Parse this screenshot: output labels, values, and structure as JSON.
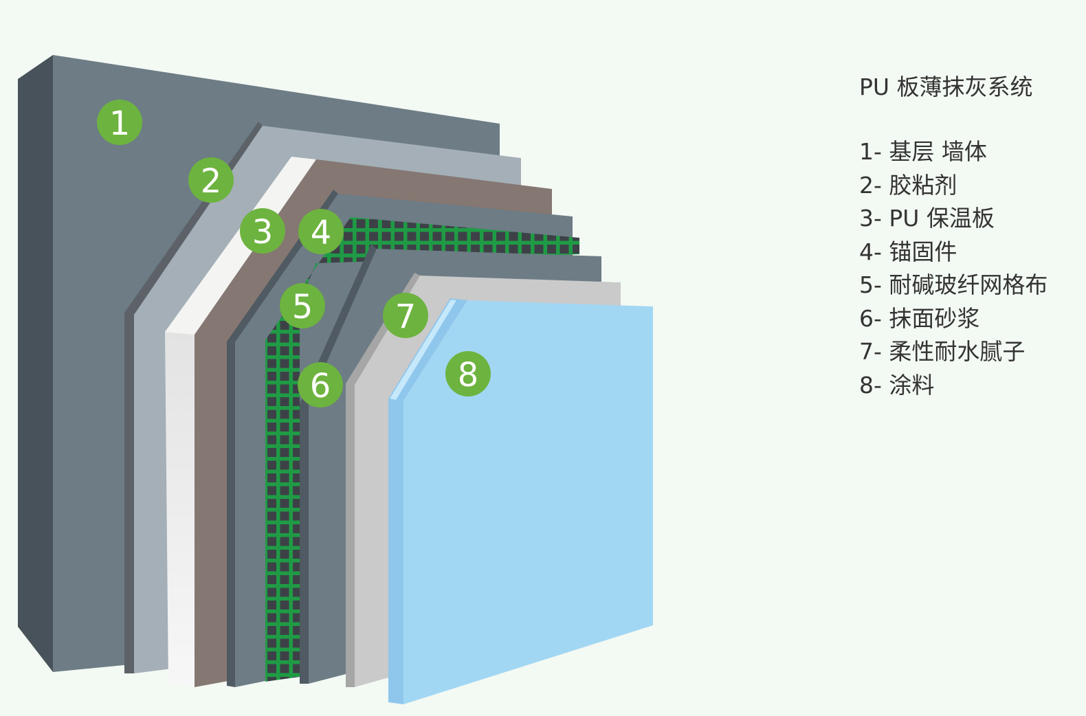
{
  "title": "PU 板薄抹灰系统",
  "layers": [
    {
      "number": "1",
      "label": "1- 基层 墙体"
    },
    {
      "number": "2",
      "label": "2- 胶粘剂"
    },
    {
      "number": "3",
      "label": "3- PU 保温板"
    },
    {
      "number": "4",
      "label": "4- 锚固件"
    },
    {
      "number": "5",
      "label": "5- 耐碱玻纤网格布"
    },
    {
      "number": "6",
      "label": "6- 抹面砂浆"
    },
    {
      "number": "7",
      "label": "7- 柔性耐水腻子"
    },
    {
      "number": "8",
      "label": "8- 涂料"
    }
  ],
  "colors": {
    "background": "#f3f9f3",
    "badge": "#6db33f",
    "wall": "#6d7c85",
    "adhesive": "#a4afb7",
    "pu_board": "#e8e8e6",
    "brown_layer": "#857772",
    "mortar": "#6d7c85",
    "mesh": "#1f9b45",
    "putty": "#c9c9c9",
    "paint": "#a2d7f3"
  }
}
